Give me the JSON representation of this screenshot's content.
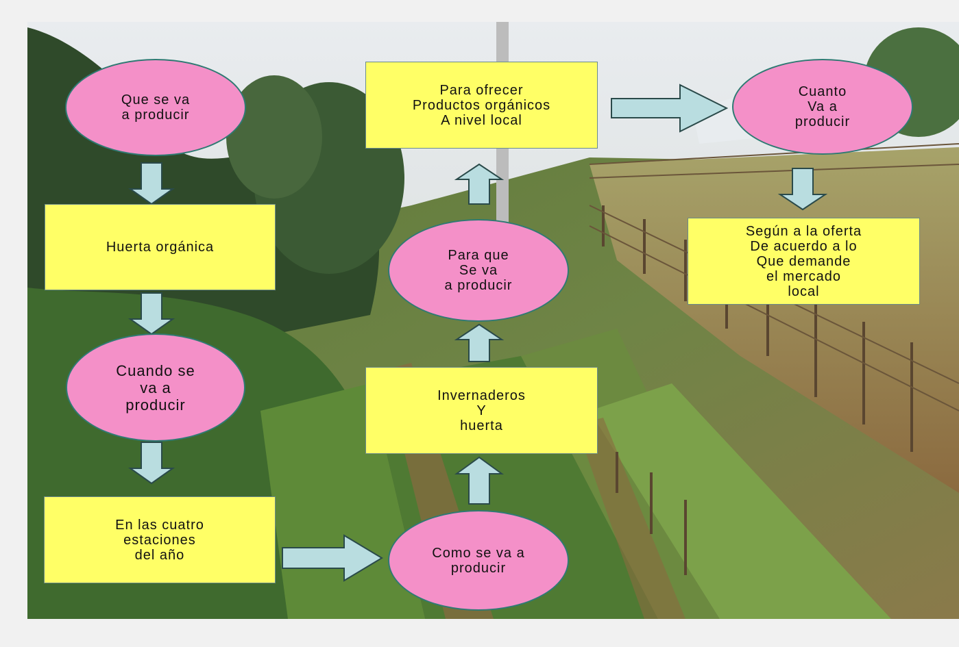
{
  "nodes": {
    "que_producir": "Que se va\na producir",
    "huerta_organica": "Huerta orgánica",
    "cuando_producir": "Cuando se\nva a\nproducir",
    "cuatro_estaciones": "En las cuatro\nestaciones\ndel año",
    "como_producir": "Como se va a\nproducir",
    "invernaderos": "Invernaderos\nY\nhuerta",
    "para_que_producir": "Para que\nSe va\na producir",
    "ofrecer_productos": "Para ofrecer\nProductos orgánicos\nA nivel local",
    "cuanto_producir": "Cuanto\nVa a\nproducir",
    "segun_oferta": "Según a la oferta\nDe acuerdo a lo\nQue demande\nel mercado\nlocal"
  },
  "colors": {
    "ellipse_fill": "#f490c8",
    "box_fill": "#ffff66",
    "arrow_fill": "#b9dde0"
  },
  "background": "photo of terraced organic vegetable garden with fences and trees"
}
